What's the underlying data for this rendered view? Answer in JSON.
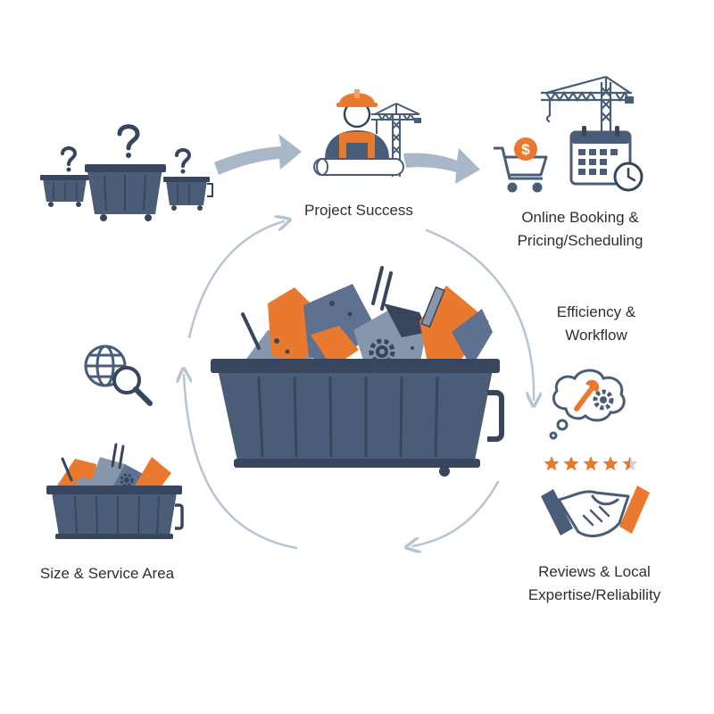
{
  "labels": {
    "project_success": "Project Success",
    "online_booking": [
      "Online Booking &",
      "Pricing/Scheduling"
    ],
    "efficiency": [
      "Efficiency &",
      "Workflow"
    ],
    "reviews": [
      "Reviews & Local",
      "Expertise/Reliability"
    ],
    "size_service": "Size & Service Area"
  },
  "rating": {
    "stars_shown": 5,
    "value": 4.5
  },
  "colors": {
    "slate": "#4a5d78",
    "slate_dark": "#37465c",
    "orange": "#e8792f",
    "arrow_grey": "#a9b8c9",
    "ring": "#b7c4d3",
    "text": "#2b2f36"
  },
  "icons": [
    "question-mark-icon",
    "dumpster-icon",
    "worker-icon",
    "crane-icon",
    "shopping-cart-icon",
    "dollar-icon",
    "calendar-icon",
    "clock-icon",
    "globe-icon",
    "magnifier-icon",
    "wrench-icon",
    "gear-icon",
    "star-icon",
    "handshake-icon"
  ]
}
